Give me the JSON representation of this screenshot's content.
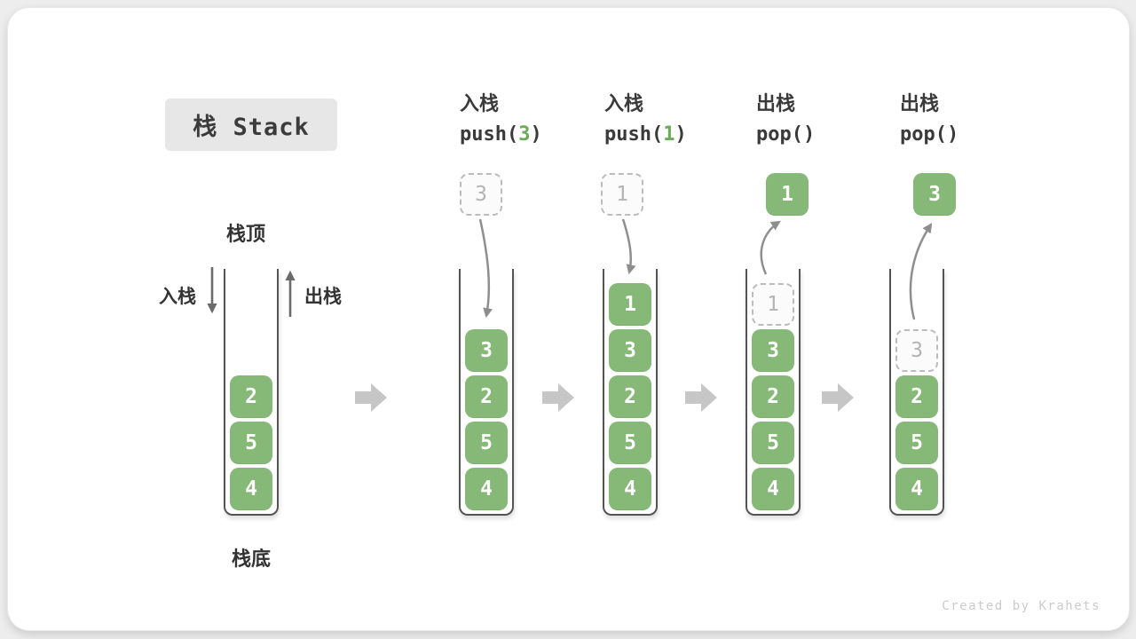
{
  "title": "栈 Stack",
  "watermark": "Created by Krahets",
  "stack_labels": {
    "top": "栈顶",
    "bottom": "栈底",
    "push_side": "入栈",
    "pop_side": "出栈"
  },
  "colors": {
    "element_green": "#86b977",
    "code_digit_green": "#6aab57",
    "block_arrow_gray": "#c6c6c6",
    "motion_arrow_gray": "#8e8e8e",
    "wall_gray": "#545454",
    "ghost_gray": "#b4b4b4",
    "title_bg": "#e7e7e7"
  },
  "steps": [
    {
      "name": "initial-stack",
      "cells": [
        {
          "value": "2",
          "ghost": false
        },
        {
          "value": "5",
          "ghost": false
        },
        {
          "value": "4",
          "ghost": false
        }
      ]
    },
    {
      "name": "push-3",
      "header": {
        "label": "入栈",
        "code_pre": "push(",
        "code_arg": "3",
        "code_post": ")"
      },
      "floating_value": "3",
      "floating_ghost": true,
      "cells": [
        {
          "value": "3",
          "ghost": false
        },
        {
          "value": "2",
          "ghost": false
        },
        {
          "value": "5",
          "ghost": false
        },
        {
          "value": "4",
          "ghost": false
        }
      ]
    },
    {
      "name": "push-1",
      "header": {
        "label": "入栈",
        "code_pre": "push(",
        "code_arg": "1",
        "code_post": ")"
      },
      "floating_value": "1",
      "floating_ghost": true,
      "cells": [
        {
          "value": "1",
          "ghost": false
        },
        {
          "value": "3",
          "ghost": false
        },
        {
          "value": "2",
          "ghost": false
        },
        {
          "value": "5",
          "ghost": false
        },
        {
          "value": "4",
          "ghost": false
        }
      ]
    },
    {
      "name": "pop-1",
      "header": {
        "label": "出栈",
        "code_pre": "pop(",
        "code_arg": "",
        "code_post": ")"
      },
      "floating_value": "1",
      "floating_ghost": false,
      "cells": [
        {
          "value": "1",
          "ghost": true
        },
        {
          "value": "3",
          "ghost": false
        },
        {
          "value": "2",
          "ghost": false
        },
        {
          "value": "5",
          "ghost": false
        },
        {
          "value": "4",
          "ghost": false
        }
      ]
    },
    {
      "name": "pop-3",
      "header": {
        "label": "出栈",
        "code_pre": "pop(",
        "code_arg": "",
        "code_post": ")"
      },
      "floating_value": "3",
      "floating_ghost": false,
      "cells": [
        {
          "value": "3",
          "ghost": true
        },
        {
          "value": "2",
          "ghost": false
        },
        {
          "value": "5",
          "ghost": false
        },
        {
          "value": "4",
          "ghost": false
        }
      ]
    }
  ]
}
